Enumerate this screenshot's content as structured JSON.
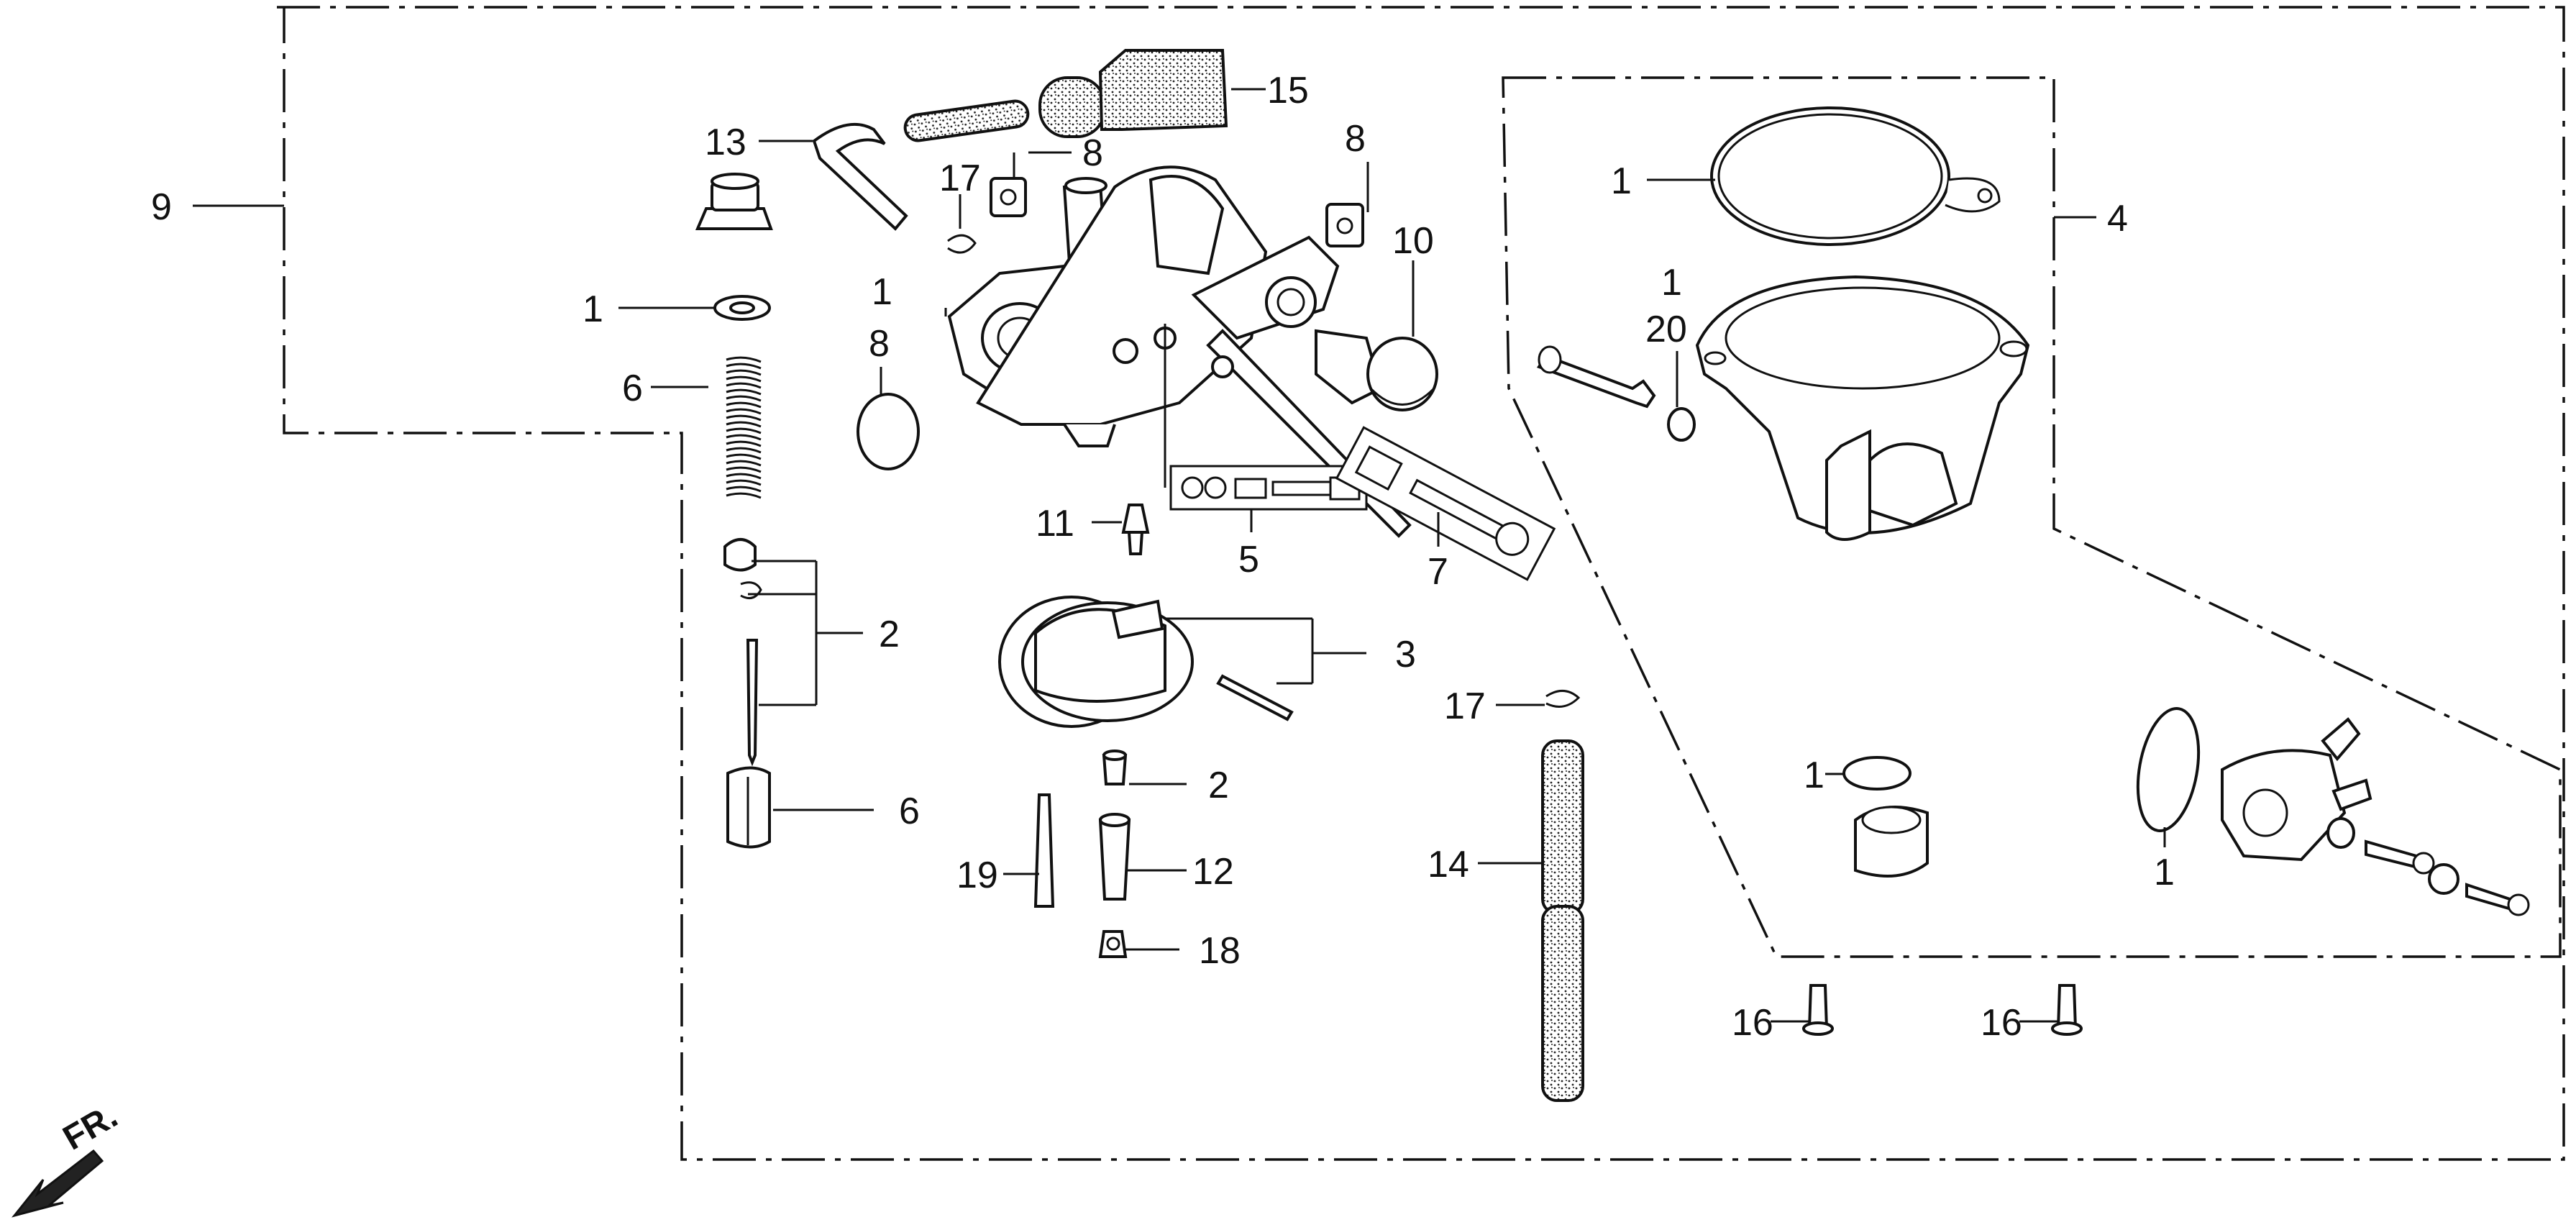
{
  "diagram": {
    "callouts": [
      {
        "id": "c9",
        "label": "9"
      },
      {
        "id": "c13",
        "label": "13"
      },
      {
        "id": "c15",
        "label": "15"
      },
      {
        "id": "c8a",
        "label": "8"
      },
      {
        "id": "c17a",
        "label": "17"
      },
      {
        "id": "c8b",
        "label": "8"
      },
      {
        "id": "c10",
        "label": "10"
      },
      {
        "id": "c1a",
        "label": "1"
      },
      {
        "id": "c1b",
        "label": "1"
      },
      {
        "id": "c8c",
        "label": "8"
      },
      {
        "id": "c6a",
        "label": "6"
      },
      {
        "id": "c11",
        "label": "11"
      },
      {
        "id": "c5",
        "label": "5"
      },
      {
        "id": "c7",
        "label": "7"
      },
      {
        "id": "c2a",
        "label": "2"
      },
      {
        "id": "c3",
        "label": "3"
      },
      {
        "id": "c17b",
        "label": "17"
      },
      {
        "id": "c2b",
        "label": "2"
      },
      {
        "id": "c6b",
        "label": "6"
      },
      {
        "id": "c12",
        "label": "12"
      },
      {
        "id": "c19",
        "label": "19"
      },
      {
        "id": "c14",
        "label": "14"
      },
      {
        "id": "c18",
        "label": "18"
      },
      {
        "id": "c16a",
        "label": "16"
      },
      {
        "id": "c16b",
        "label": "16"
      },
      {
        "id": "c1c",
        "label": "1"
      },
      {
        "id": "c4",
        "label": "4"
      },
      {
        "id": "c1d",
        "label": "1"
      },
      {
        "id": "c20",
        "label": "20"
      },
      {
        "id": "c1e",
        "label": "1"
      },
      {
        "id": "c1f",
        "label": "1"
      }
    ],
    "front_arrow_label": "FR."
  }
}
